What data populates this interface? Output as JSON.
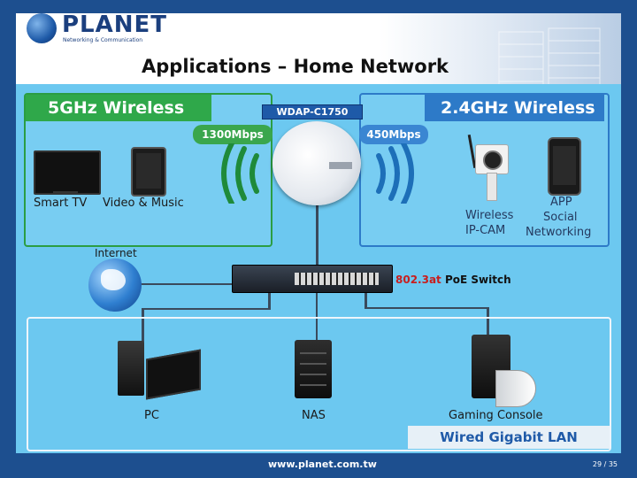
{
  "header": {
    "logo_text": "PLANET",
    "logo_sub": "Networking & Communication",
    "title": "Applications – Home Network"
  },
  "wireless_5g": {
    "label": "5GHz Wireless",
    "speed": "1300Mbps",
    "devices": [
      "Smart TV",
      "Video & Music"
    ]
  },
  "wireless_24g": {
    "label": "2.4GHz Wireless",
    "speed": "450Mbps",
    "devices": {
      "camera_line1": "Wireless",
      "camera_line2": "IP-CAM",
      "phone_line1": "APP",
      "phone_line2": "Social",
      "phone_line3": "Networking"
    }
  },
  "access_point": {
    "model": "WDAP-C1750"
  },
  "internet": {
    "label": "Internet"
  },
  "switch": {
    "label_highlight": "802.3at",
    "label_rest": " PoE Switch"
  },
  "wired": {
    "label": "Wired Gigabit LAN",
    "devices": [
      "PC",
      "NAS",
      "Gaming Console"
    ]
  },
  "footer": {
    "url": "www.planet.com.tw",
    "page": "29 / 35"
  },
  "colors": {
    "frame": "#1d4f8f",
    "body": "#6cc8f0",
    "green": "#2fa84a",
    "blue": "#2d7ac8",
    "accent_red": "#c81e1e"
  }
}
